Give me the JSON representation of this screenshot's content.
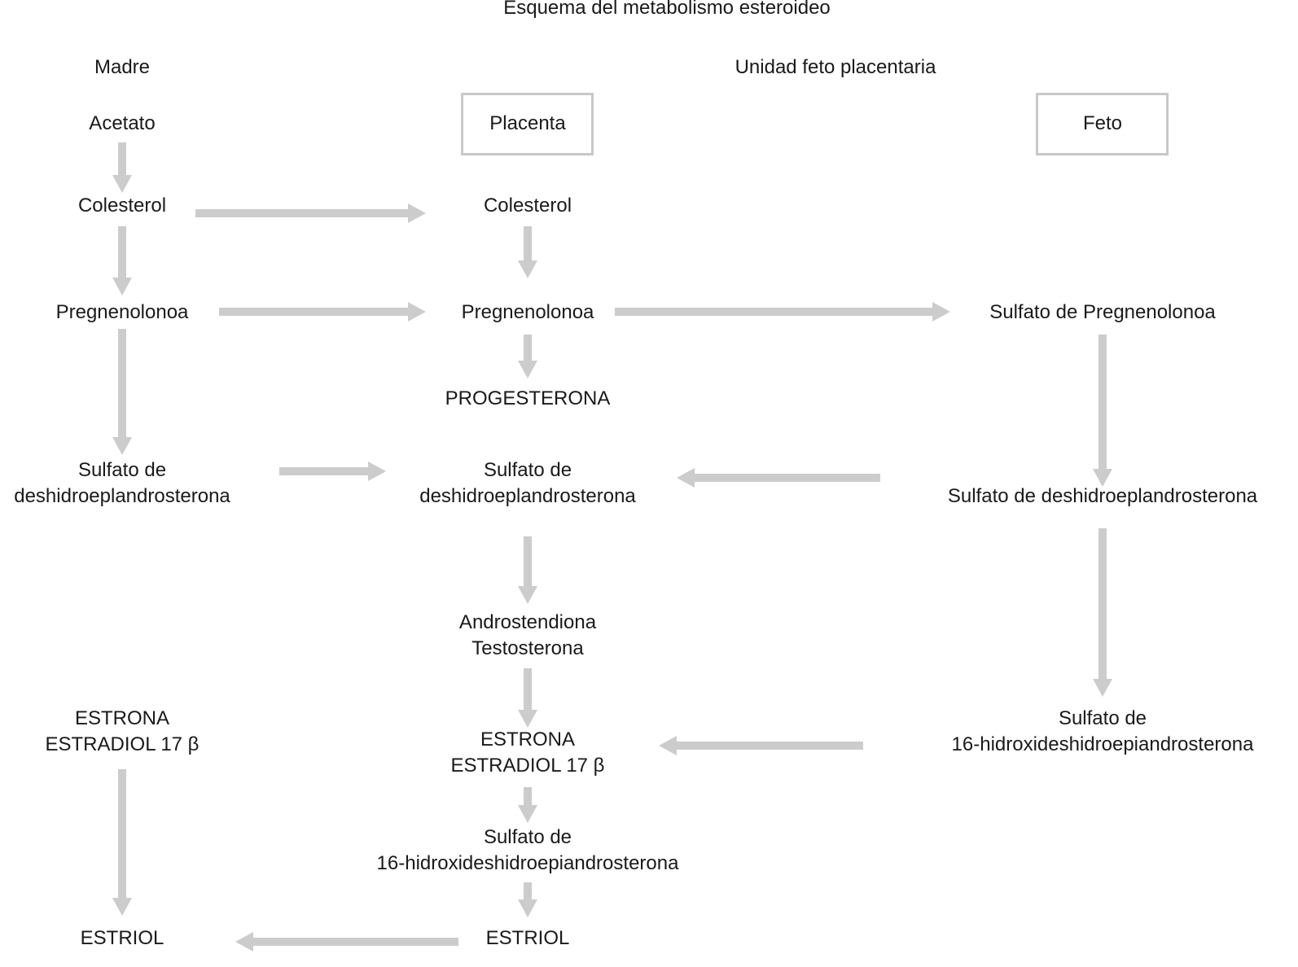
{
  "title": "Esquema del metabolismo esteroideo",
  "headers": {
    "madre": "Madre",
    "unidad": "Unidad feto placentaria"
  },
  "boxes": {
    "placenta": "Placenta",
    "feto": "Feto"
  },
  "madre": {
    "acetato": "Acetato",
    "colesterol": "Colesterol",
    "pregnenolona": "Pregnenolonoa",
    "sulfato_line1": "Sulfato de",
    "sulfato_line2": "deshidroeplandrosterona",
    "estrona": "ESTRONA",
    "estradiol": "ESTRADIOL 17 β",
    "estriol": "ESTRIOL"
  },
  "placenta": {
    "colesterol": "Colesterol",
    "pregnenolona": "Pregnenolonoa",
    "progesterona": "PROGESTERONA",
    "sulfato_line1": "Sulfato de",
    "sulfato_line2": "deshidroeplandrosterona",
    "androstendiona": "Androstendiona",
    "testosterona": "Testosterona",
    "estrona": "ESTRONA",
    "estradiol": "ESTRADIOL 17 β",
    "sulfato16_line1": "Sulfato de",
    "sulfato16_line2": "16-hidroxideshidroepiandrosterona",
    "estriol": "ESTRIOL"
  },
  "feto": {
    "sulfato_pregnenolona": "Sulfato de Pregnenolonoa",
    "sulfato_dhea": "Sulfato de deshidroeplandrosterona",
    "sulfato16_line1": "Sulfato de",
    "sulfato16_line2": "16-hidroxideshidroepiandrosterona"
  },
  "colors": {
    "arrow": "#cccccc",
    "text": "#1a1a1a",
    "box_border": "#c8c8c8"
  }
}
